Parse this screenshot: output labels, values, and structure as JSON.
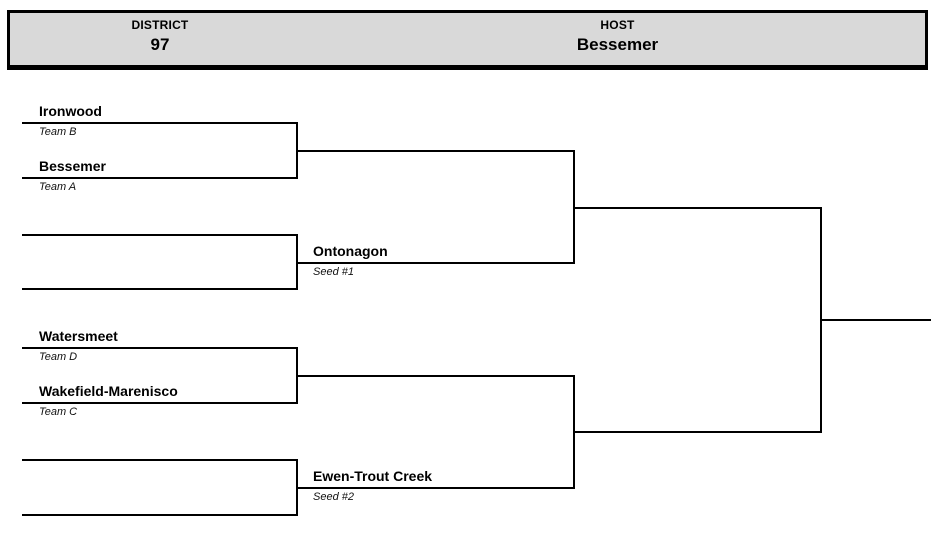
{
  "header": {
    "district_label": "DISTRICT",
    "district_value": "97",
    "host_label": "HOST",
    "host_value": "Bessemer"
  },
  "bracket": {
    "round1": [
      {
        "team": "Ironwood",
        "sub": "Team B"
      },
      {
        "team": "Bessemer",
        "sub": "Team A"
      },
      {
        "team": "Watersmeet",
        "sub": "Team D"
      },
      {
        "team": "Wakefield-Marenisco",
        "sub": "Team C"
      }
    ],
    "round2": [
      {
        "team": "Ontonagon",
        "sub": "Seed #1"
      },
      {
        "team": "Ewen-Trout Creek",
        "sub": "Seed #2"
      }
    ]
  },
  "colors": {
    "header_bg": "#d9d9d9",
    "line": "#000000"
  }
}
